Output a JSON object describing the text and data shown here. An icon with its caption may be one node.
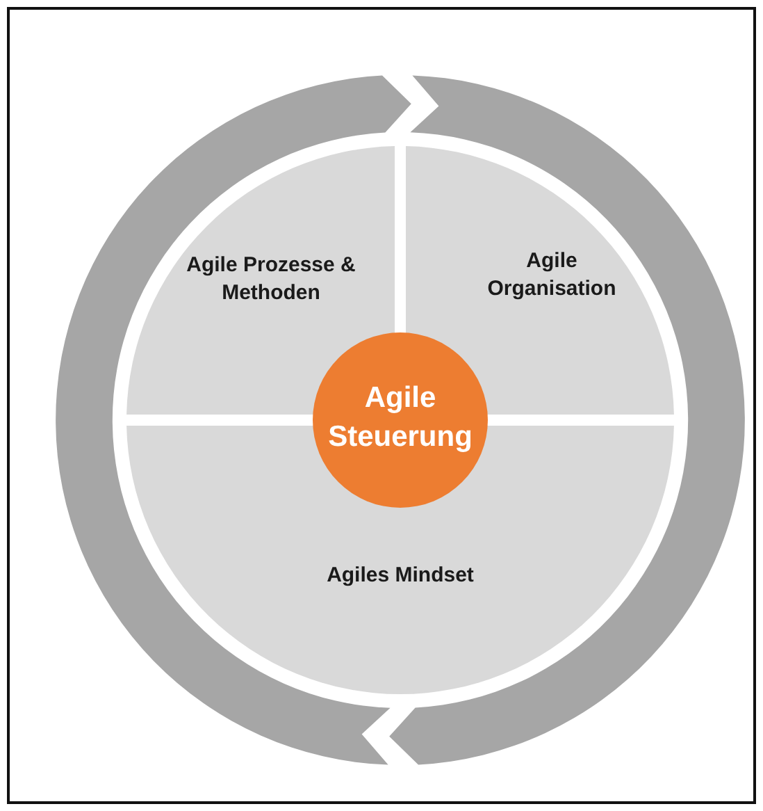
{
  "diagram": {
    "nodes": [
      {
        "text": [
          "Agile Prozesse & Methoden"
        ]
      },
      {
        "text": [
          "Agile Organisation"
        ]
      },
      {
        "text": [
          "Agiles Mindset"
        ]
      },
      {
        "text": [
          "Agile Steuerung"
        ]
      }
    ]
  }
}
